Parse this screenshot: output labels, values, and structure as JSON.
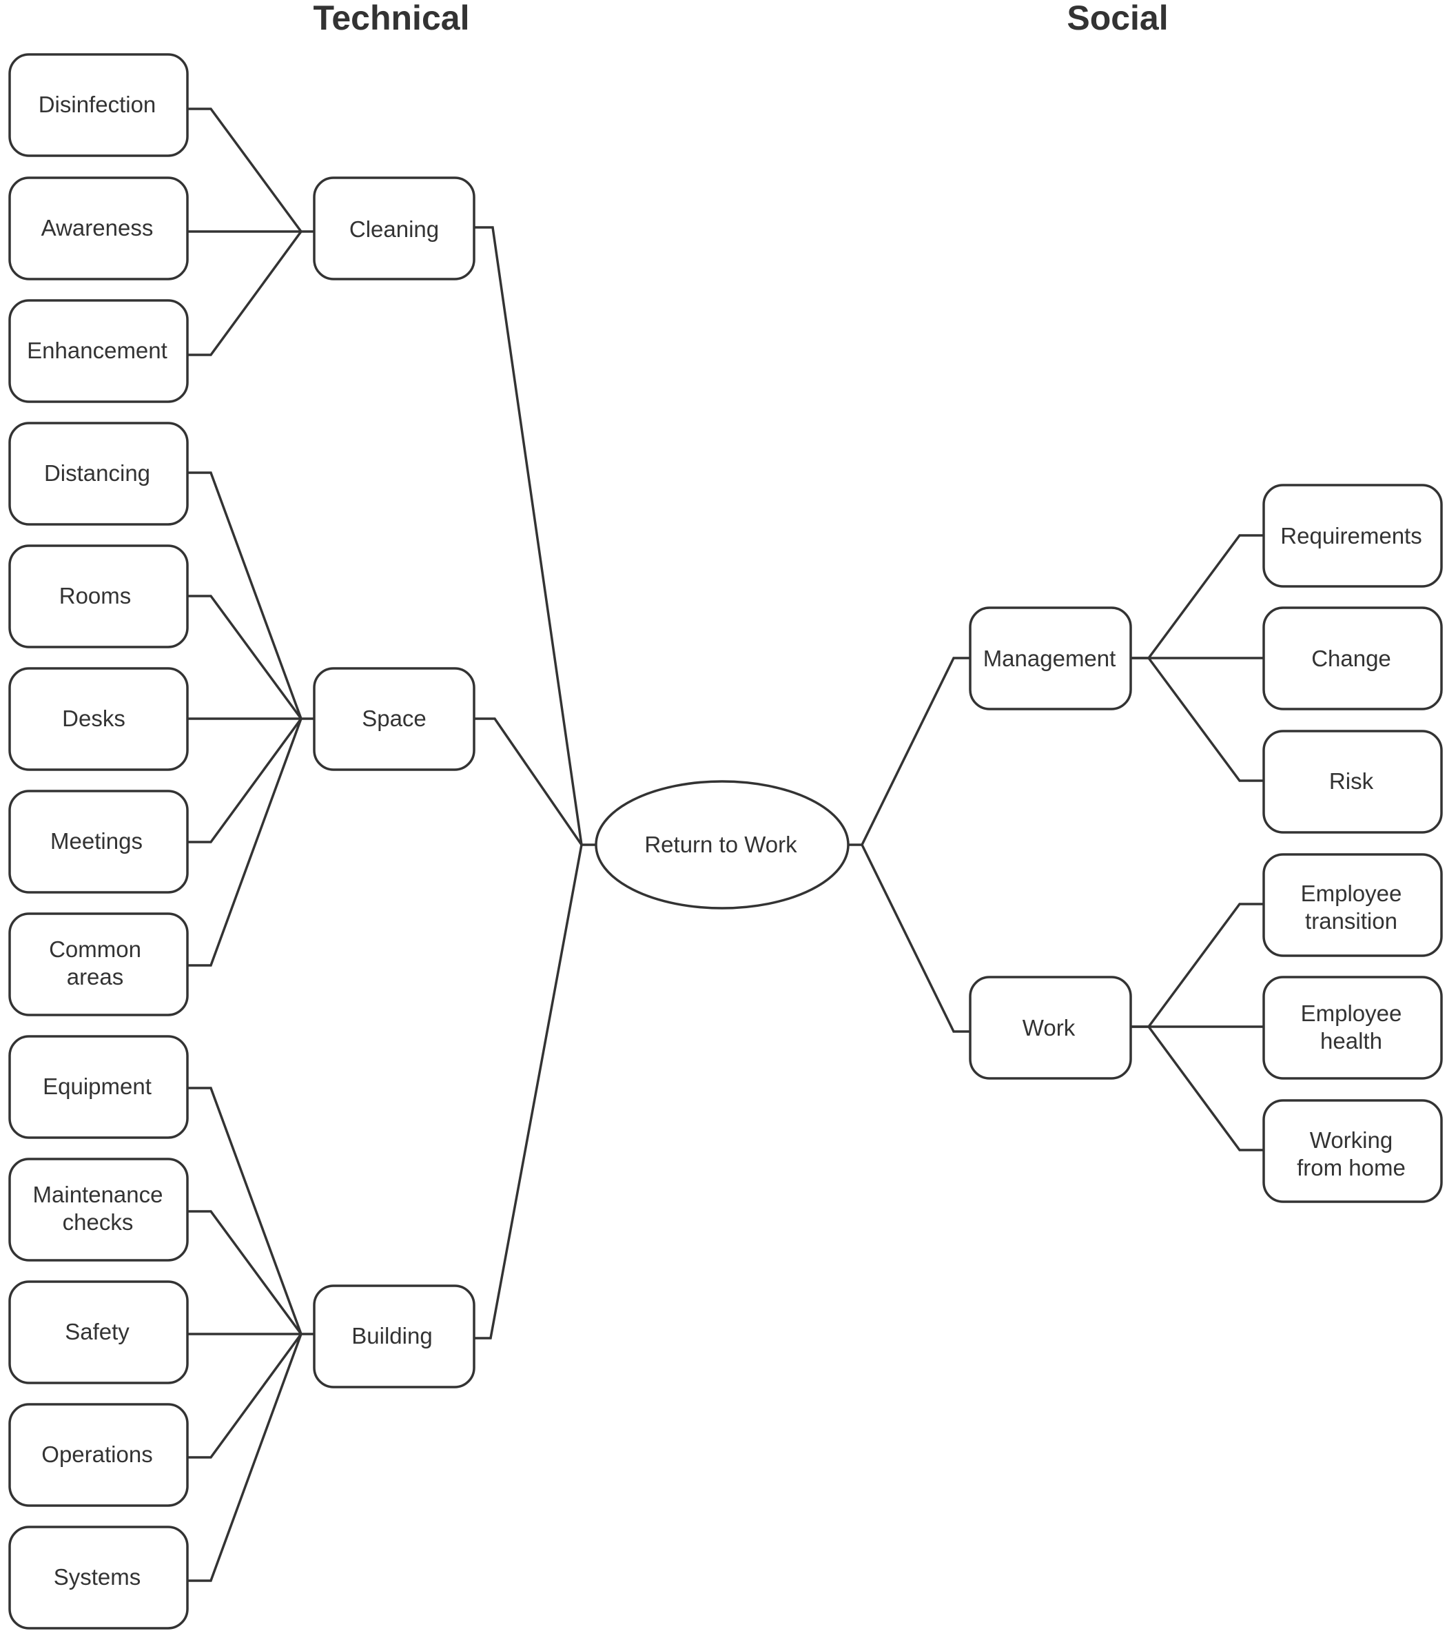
{
  "headings": {
    "technical": "Technical",
    "social": "Social"
  },
  "root": {
    "label": "Return to Work"
  },
  "technical": {
    "cleaning": {
      "label": "Cleaning",
      "children": [
        "Disinfection",
        "Awareness",
        "Enhancement"
      ]
    },
    "space": {
      "label": "Space",
      "children": [
        "Distancing",
        "Rooms",
        "Desks",
        "Meetings",
        "Common areas"
      ]
    },
    "building": {
      "label": "Building",
      "children": [
        "Equipment",
        "Maintenance checks",
        "Safety",
        "Operations",
        "Systems"
      ]
    }
  },
  "social": {
    "management": {
      "label": "Management",
      "children": [
        "Requirements",
        "Change",
        "Risk"
      ]
    },
    "work": {
      "label": "Work",
      "children": [
        "Employee transition",
        "Employee health",
        "Working from home"
      ]
    }
  },
  "colors": {
    "stroke": "#333333",
    "text": "#333333",
    "background": "#ffffff"
  }
}
